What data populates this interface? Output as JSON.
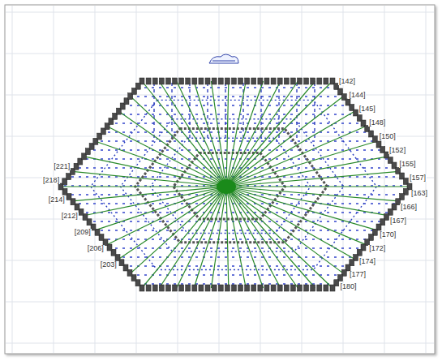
{
  "diagram": {
    "labels": [
      "[142]",
      "[144]",
      "[145]",
      "[148]",
      "[150]",
      "[152]",
      "[155]",
      "[157]",
      "[163]",
      "[166]",
      "[167]",
      "[170]",
      "[172]",
      "[174]",
      "[177]",
      "[180]",
      "[221]",
      "[218]",
      "[214]",
      "[212]",
      "[209]",
      "[206]",
      "[203]"
    ]
  }
}
